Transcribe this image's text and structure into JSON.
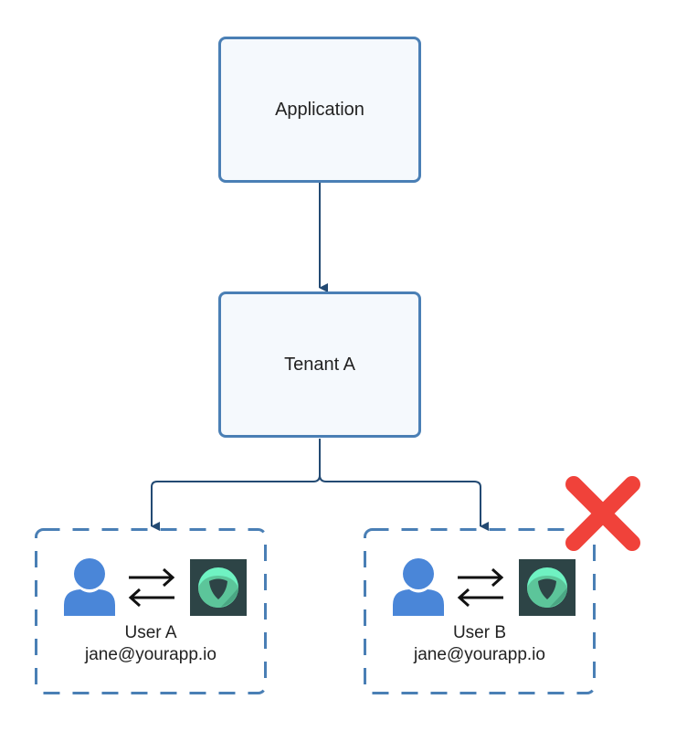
{
  "nodes": {
    "application": {
      "label": "Application"
    },
    "tenant": {
      "label": "Tenant A"
    }
  },
  "users": [
    {
      "name": "User A",
      "email": "jane@yourapp.io",
      "access": "allowed"
    },
    {
      "name": "User B",
      "email": "jane@yourapp.io",
      "access": "denied"
    }
  ],
  "icons": {
    "user": "person-icon",
    "exchange": "exchange-arrows-icon",
    "app_logo": "shield-logo-icon",
    "denied": "red-x-icon"
  },
  "colors": {
    "box_border": "#4a7fb5",
    "box_fill": "#f5f9fd",
    "connector": "#234a73",
    "person": "#4a86d8",
    "logo_bg": "#2d4446",
    "logo_circle": "#6ff2c2",
    "denied": "#f0423a"
  }
}
